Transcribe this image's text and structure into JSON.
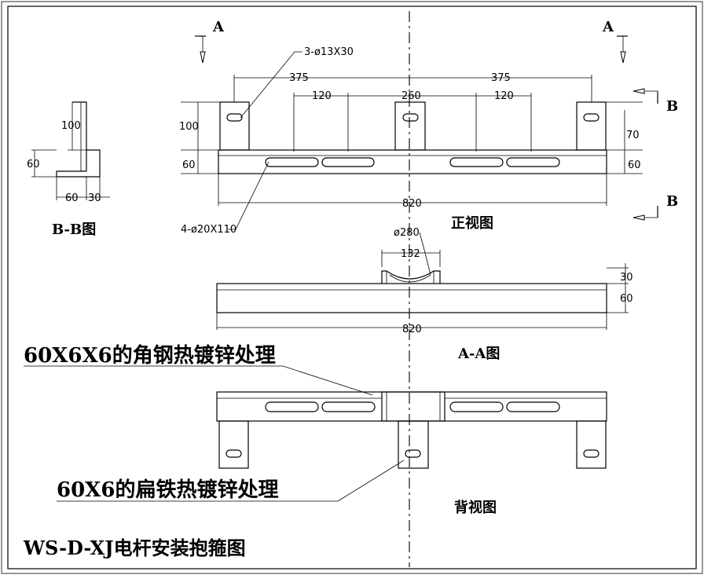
{
  "title": "WS-D-XJ电杆安装抱箍图",
  "views": {
    "bb": "B-B图",
    "front": "正视图",
    "aa": "A-A图",
    "back": "背视图"
  },
  "section_marks": {
    "a": "A",
    "b": "B"
  },
  "notes": {
    "angle_steel": "60X6X6的角钢热镀锌处理",
    "flat_iron": "60X6的扁铁热镀锌处理"
  },
  "front_dims": {
    "hole_note_top": "3-ø13X30",
    "span_left": "375",
    "span_right": "375",
    "center": "260",
    "inner_left": "120",
    "inner_right": "120",
    "tab_height": "100",
    "right_70": "70",
    "bar_left": "60",
    "bar_right": "60",
    "total": "820",
    "slot_note": "4-ø20X110"
  },
  "bb_dims": {
    "h100": "100",
    "h60": "60",
    "w60": "60",
    "w30": "30"
  },
  "aa_dims": {
    "dia": "ø280",
    "w132": "132",
    "h30": "30",
    "h60": "60",
    "total": "820"
  }
}
